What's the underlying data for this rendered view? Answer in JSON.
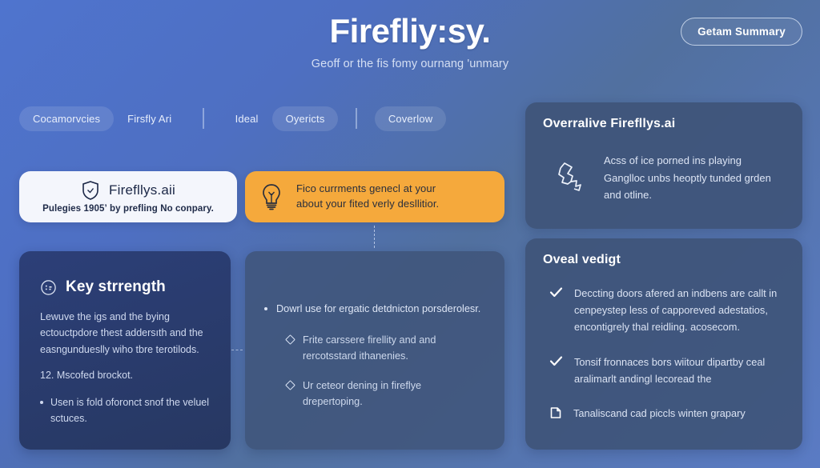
{
  "header": {
    "title": "Firefliy:sy.",
    "subtitle": "Geoff or the fis fomy ournang 'unmary",
    "summary_button": "Getam Summary"
  },
  "colors": {
    "background_start": "#4f74ce",
    "background_end": "#5a7bc4",
    "accent_orange": "#f5a93c",
    "card_navy": "#2c3f78",
    "card_muted": "#3e5378",
    "card_white": "#f4f6fc"
  },
  "tabs": [
    {
      "label": "Cocamorvcies",
      "style": "pill"
    },
    {
      "label": "Firsfly Ari",
      "style": "plain"
    },
    {
      "label": "Ideal",
      "style": "plain"
    },
    {
      "label": "Oyericts",
      "style": "pill"
    },
    {
      "label": "Coverlow",
      "style": "pill"
    }
  ],
  "white_card": {
    "icon": "shield-icon",
    "title": "Firefllys.aii",
    "subtitle": "Pulegies 1905ʼ by prefling No conpary."
  },
  "orange_card": {
    "icon": "lightbulb-icon",
    "line1": "Fico currments genecl at your",
    "line2": "about your fited verly desllitior."
  },
  "key_strength": {
    "icon": "circle-dots-icon",
    "title": "Key strrength",
    "paragraph": "Lewuve the igs and the bying ectouctpdore thest addersıth and the easngundueslly wiho tbre terotilods.",
    "numbered": "12. Mscofed brockot.",
    "bullet": "Usen is fold oforonct snof the veluel sctuces."
  },
  "middle_card": {
    "bullet": "Dowrl use for ergatic detdnicton porsderolesr.",
    "sub_items": [
      "Frite carssere firellity and and rercotsstard ithanenies.",
      "Ur ceteor dening in fireflye drepertoping."
    ]
  },
  "overview_card": {
    "title": "Overralive Firefllys.ai",
    "icon": "squiggle-arrow-icon",
    "body": "Acss of ice porned ins playing Ganglloc unbs heoptly tunded grden and otline."
  },
  "verdict_card": {
    "title": "Oveal vedigt",
    "items": [
      {
        "icon": "check-icon",
        "text": "Deccting doors afered an indbens are callt in cenpeystep less of capporeved adestatios, encontigrely thal reidling. acosecom."
      },
      {
        "icon": "check-icon",
        "text": "Tonsif fronnaces bors wiitour dipartby ceal aralimarlt andingl lecoread the"
      },
      {
        "icon": "bookmark-icon",
        "text": "Tanaliscand cad piccls winten grapary"
      }
    ]
  }
}
